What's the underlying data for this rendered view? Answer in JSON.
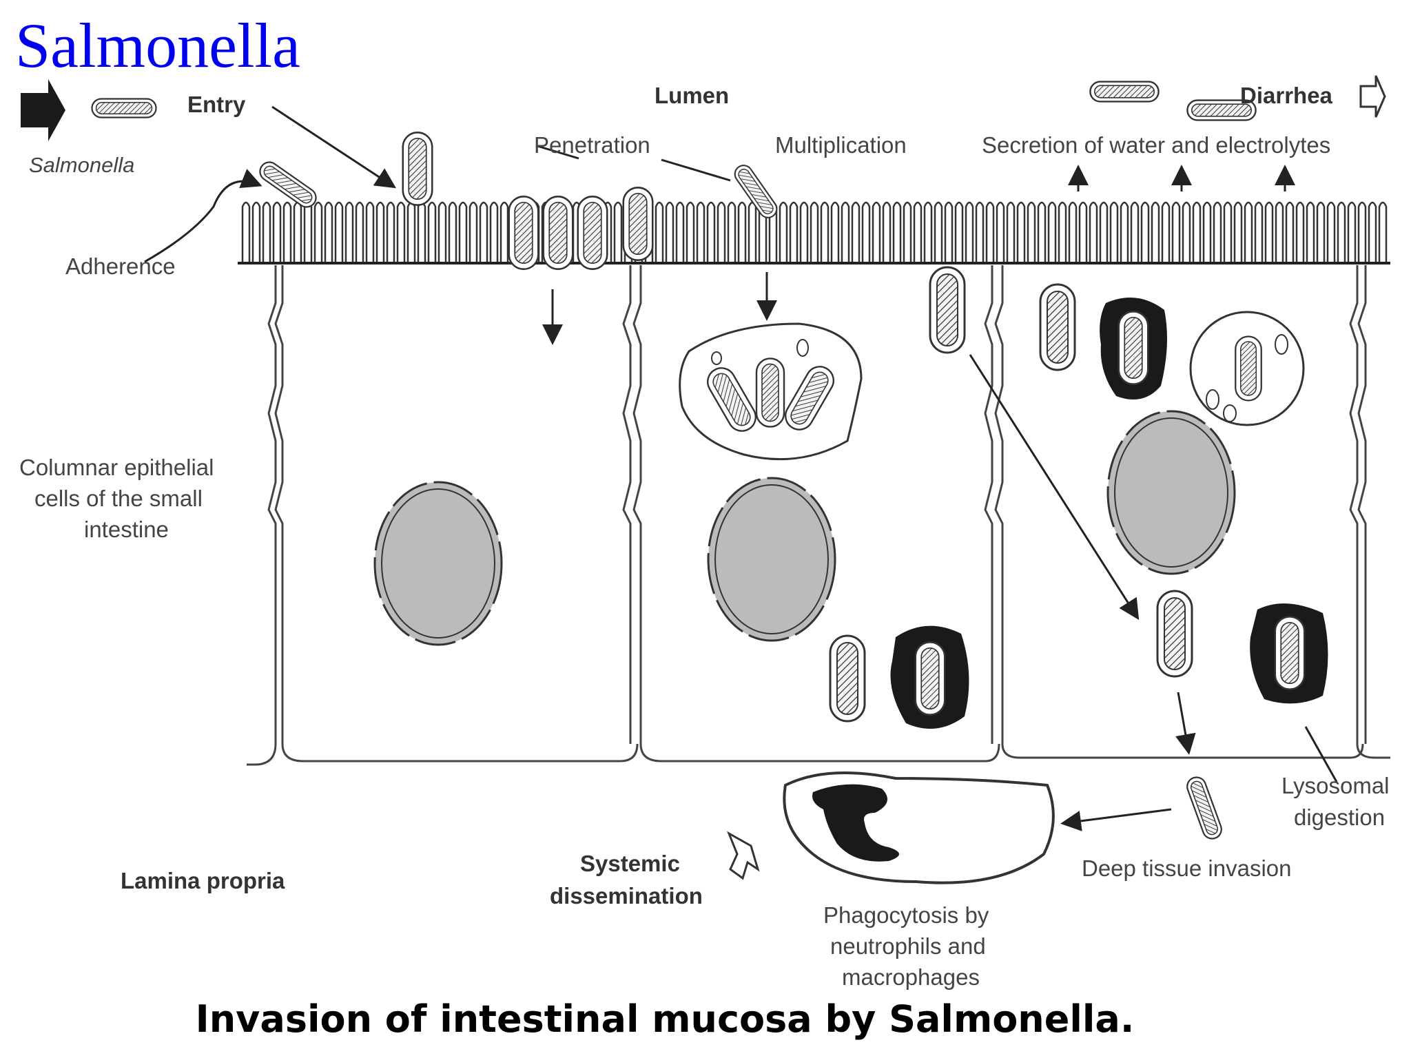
{
  "title": "Salmonella",
  "caption": "Invasion of intestinal mucosa by Salmonella.",
  "labels": {
    "salmonella": "Salmonella",
    "entry": "Entry",
    "lumen": "Lumen",
    "diarrhea": "Diarrhea",
    "penetration": "Penetration",
    "multiplication": "Multiplication",
    "secretion": "Secretion of water and electrolytes",
    "adherence": "Adherence",
    "columnar": [
      "Columnar epithelial",
      "cells of the small",
      "intestine"
    ],
    "lamina_propria": "Lamina propria",
    "systemic": [
      "Systemic",
      "dissemination"
    ],
    "phagocytosis": [
      "Phagocytosis by",
      "neutrophils and",
      "macrophages"
    ],
    "deep_tissue": "Deep tissue invasion",
    "lysosomal": [
      "Lysosomal",
      "digestion"
    ]
  },
  "colors": {
    "title": "#0000ee",
    "line": "#333333",
    "nucleus": "#bbbbbb",
    "dark": "#1a1a1a"
  }
}
